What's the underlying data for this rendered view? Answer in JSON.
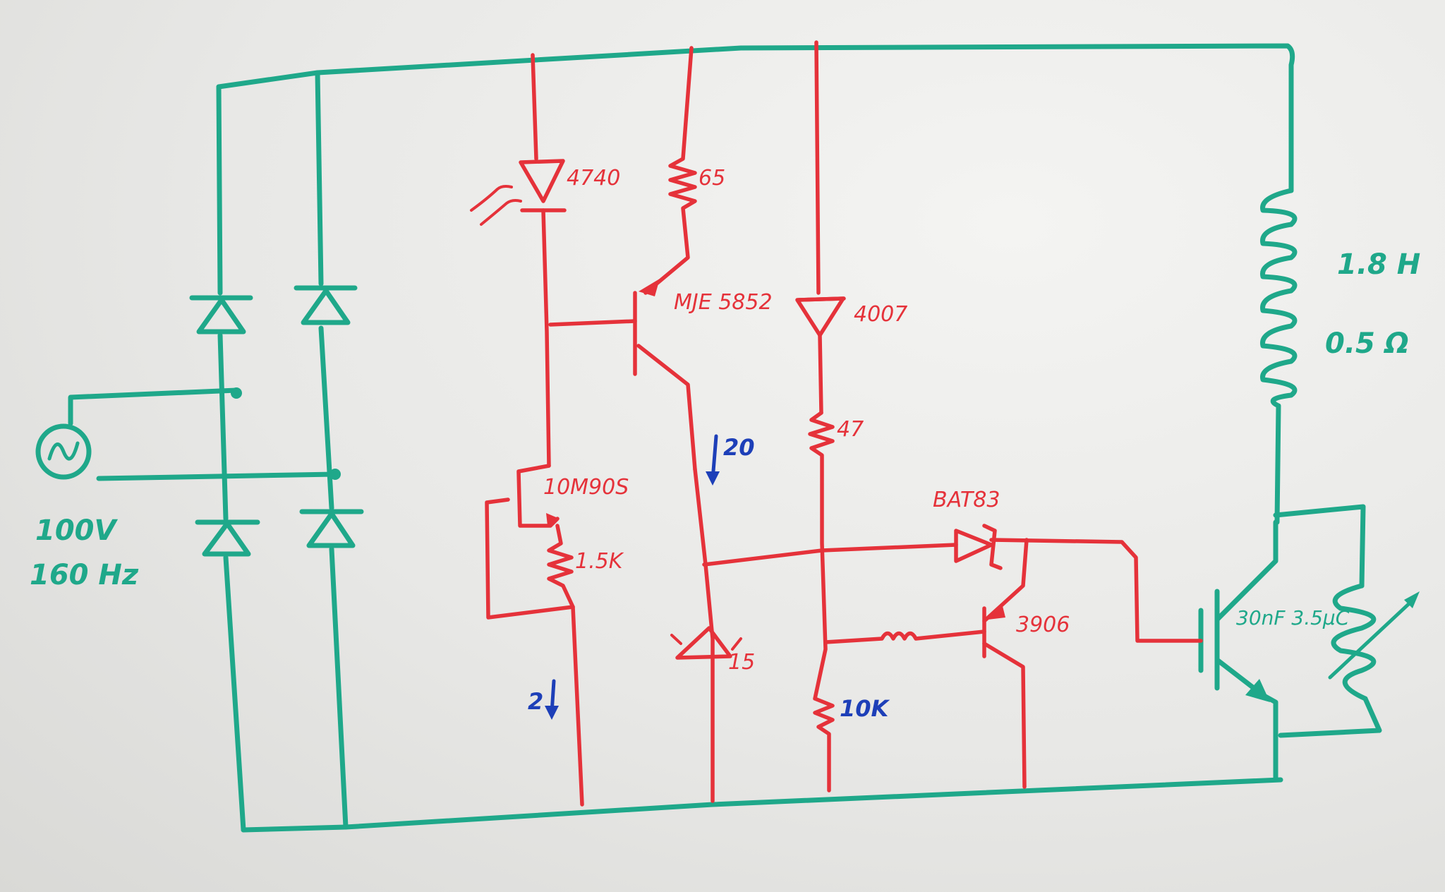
{
  "source": {
    "voltage": "100V",
    "frequency": "160 Hz"
  },
  "coil": {
    "inductance": "1.8 H",
    "resistance": "0.5 Ω"
  },
  "components": {
    "led": "4740",
    "r65": "65",
    "transistor_pnp": "MJE 5852",
    "diode_4007": "4007",
    "r47": "47",
    "schottky": "BAT83",
    "regulator": "10M90S",
    "r1k5": "1.5K",
    "zener": "15",
    "pnp_small": "3906",
    "r10k": "10K",
    "igbt": "30nF 3.5μC"
  },
  "currents": {
    "collector": "20",
    "regulator": "2"
  },
  "colors": {
    "green_marker": "#1fa88a",
    "red_marker": "#e5323a",
    "blue_marker": "#1d3fb8"
  }
}
